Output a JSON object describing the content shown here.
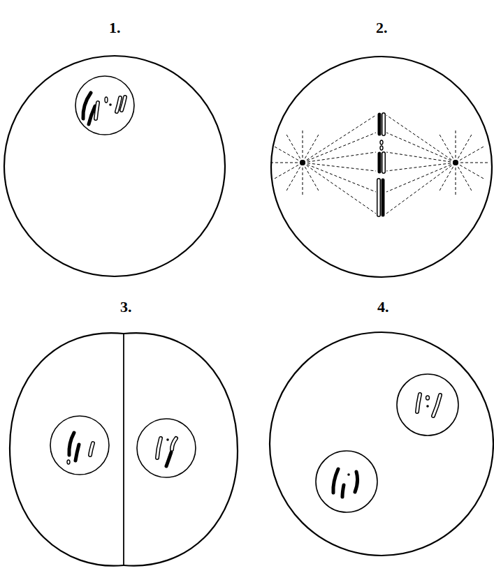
{
  "diagram": {
    "labels": [
      "1.",
      "2.",
      "3.",
      "4."
    ]
  }
}
